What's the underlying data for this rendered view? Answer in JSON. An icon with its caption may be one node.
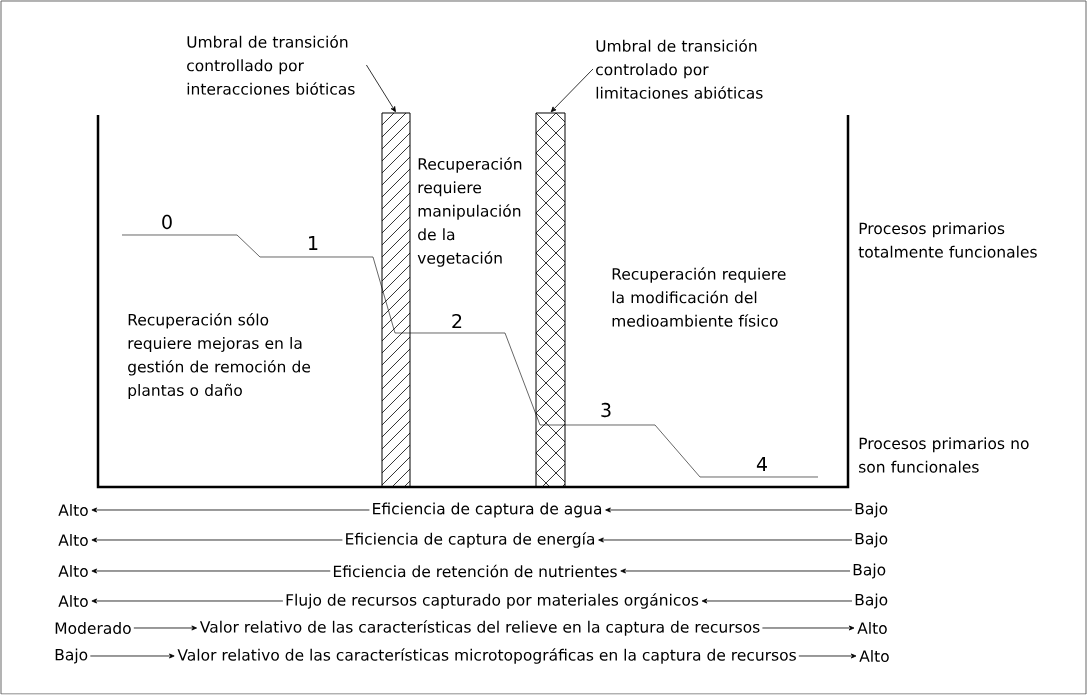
{
  "diagram": {
    "nodes": [
      {
        "text": [
          "Umbral de transición controllado por interacciones bióticas"
        ]
      },
      {
        "text": [
          "Umbral de transición controlado por limitaciones abióticas"
        ]
      },
      {
        "text": [],
        "shape": "bar"
      },
      {
        "text": [],
        "shape": "bar"
      },
      {
        "text": [
          "Alto"
        ]
      },
      {
        "text": [
          "Eficiencia de captura de agua"
        ]
      },
      {
        "text": [
          "Bajo"
        ]
      },
      {
        "text": [
          "Alto"
        ]
      },
      {
        "text": [
          "Eficiencia de captura de energía"
        ]
      },
      {
        "text": [
          "Bajo"
        ]
      },
      {
        "text": [
          "Alto"
        ]
      },
      {
        "text": [
          "Eficiencia de retención de nutrientes"
        ]
      },
      {
        "text": [
          "Bajo"
        ]
      },
      {
        "text": [
          "Alto"
        ]
      },
      {
        "text": [
          "Flujo de recursos capturado por materiales orgánicos"
        ]
      },
      {
        "text": [
          "Bajo"
        ]
      },
      {
        "text": [
          "Moderado"
        ]
      },
      {
        "text": [
          "Valor relativo de las características del relieve en la captura de recursos"
        ]
      },
      {
        "text": [
          "Alto"
        ]
      },
      {
        "text": [
          "Bajo"
        ]
      },
      {
        "text": [
          "Valor relativo de las características microtopográficas en la captura de recursos"
        ]
      },
      {
        "text": [
          "Alto"
        ]
      }
    ],
    "edges": [
      {
        "from": 0,
        "to": 2,
        "arrow": "to"
      },
      {
        "from": 1,
        "to": 3,
        "arrow": "to"
      },
      {
        "from": 5,
        "to": 4,
        "arrow": "to"
      },
      {
        "from": 6,
        "to": 5,
        "arrow": "to"
      },
      {
        "from": 8,
        "to": 7,
        "arrow": "to"
      },
      {
        "from": 9,
        "to": 8,
        "arrow": "to"
      },
      {
        "from": 11,
        "to": 10,
        "arrow": "to"
      },
      {
        "from": 12,
        "to": 11,
        "arrow": "to"
      },
      {
        "from": 14,
        "to": 13,
        "arrow": "to"
      },
      {
        "from": 15,
        "to": 14,
        "arrow": "to"
      },
      {
        "from": 16,
        "to": 17,
        "arrow": "to"
      },
      {
        "from": 17,
        "to": 18,
        "arrow": "to"
      },
      {
        "from": 19,
        "to": 20,
        "arrow": "to"
      },
      {
        "from": 20,
        "to": 21,
        "arrow": "to"
      }
    ],
    "labels": [
      "Recuperación requiere manipulación de la vegetación",
      "Procesos primarios totalmente funcionales",
      "0",
      "1",
      "Recuperación requiere la modificación del medioambiente físico",
      "Recuperación sólo requiere mejoras en la gestión de remoción de plantas o daño",
      "2",
      "3",
      "Procesos primarios no son funcionales",
      "4"
    ]
  }
}
